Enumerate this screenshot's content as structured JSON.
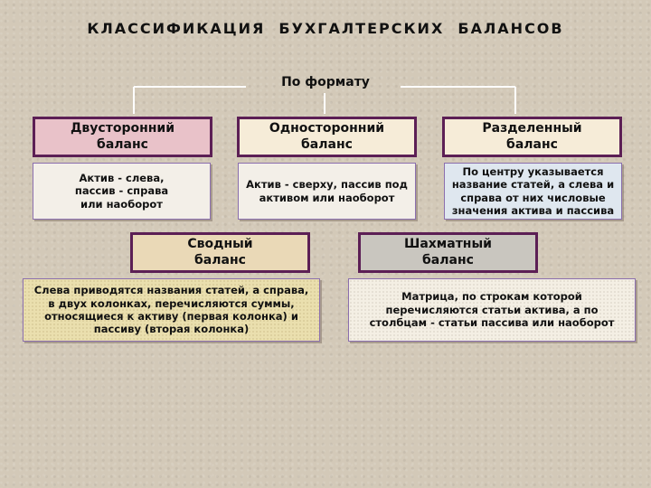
{
  "title": "КЛАССИФИКАЦИЯ  БУХГАЛТЕРСКИХ  БАЛАНСОВ",
  "root_label": "По формату",
  "types": [
    {
      "name": "Двусторонний\nбаланс",
      "description": "Актив - слева,\nпассив - справа\nили наоборот"
    },
    {
      "name": "Односторонний\nбаланс",
      "description": "Актив - сверху, пассив под\nактивом или наоборот"
    },
    {
      "name": "Разделенный\nбаланс",
      "description": "По центру указывается\nназвание статей, а слева и\nсправа от них числовые\nзначения актива и пассива"
    },
    {
      "name": "Сводный\nбаланс",
      "description": "Слева приводятся названия статей, а справа,\nв двух колонках, перечисляются суммы,\nотносящиеся к активу (первая колонка) и\nпассиву (вторая колонка)"
    },
    {
      "name": "Шахматный\nбаланс",
      "description": "Матрица, по строкам которой\nперечисляются статьи актива, а по\nстолбцам - статьи пассива или наоборот"
    }
  ],
  "colors": {
    "border": "#5c1f55",
    "background": "#d3c9b8"
  }
}
